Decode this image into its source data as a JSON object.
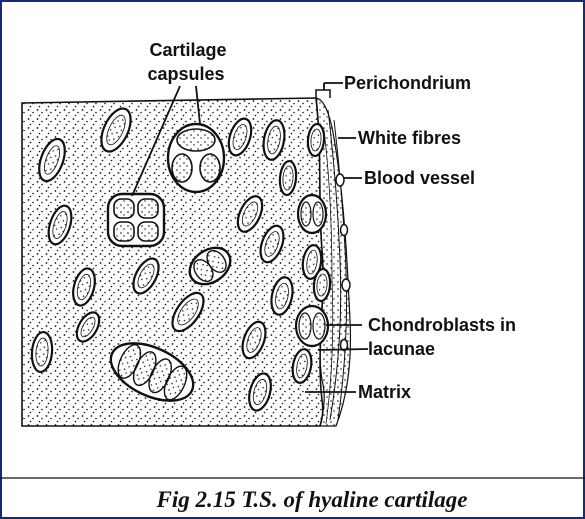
{
  "labels": {
    "cartilage_capsules_1": "Cartilage",
    "cartilage_capsules_2": "capsules",
    "perichondrium": "Perichondrium",
    "white_fibres": "White fibres",
    "blood_vessel": "Blood vessel",
    "chondroblasts_1": "Chondroblasts in",
    "chondroblasts_2": "lacunae",
    "matrix": "Matrix"
  },
  "caption": "Fig 2.15  T.S. of hyaline cartilage",
  "colors": {
    "ink": "#111111",
    "background": "#ffffff",
    "frame": "#1a2a6e"
  }
}
